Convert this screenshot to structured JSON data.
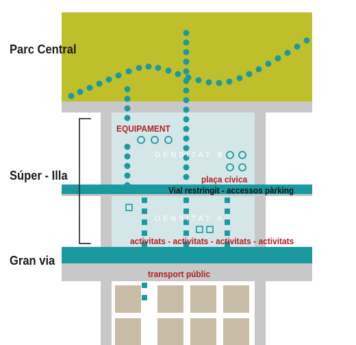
{
  "labels": {
    "parc_central": "Parc Central",
    "super_illa": "Súper - Illa",
    "gran_via": "Gran via",
    "equipament": "EQUIPAMENT",
    "densitat_b": "DENSITAT B",
    "placa_civica": "plaça cívica",
    "vial_restringit": "Vial restringit - accessos pàrking",
    "densitat_a": "DENSITAT A",
    "activitats": "activitats - activitats - activitats - activitats",
    "transport_public": "transport públic"
  },
  "colors": {
    "park": "#bfbf2c",
    "grey_road": "#c8c8c8",
    "teal": "#1a9aa0",
    "teal_dark": "#128a90",
    "block_fill": "#d5e6e8",
    "building": "#c8bca6",
    "red_text": "#b01f24"
  },
  "icons": {
    "route_dots": "circle-dot-path",
    "equipment_rings": "ring-markers",
    "activity_squares": "square-markers"
  }
}
